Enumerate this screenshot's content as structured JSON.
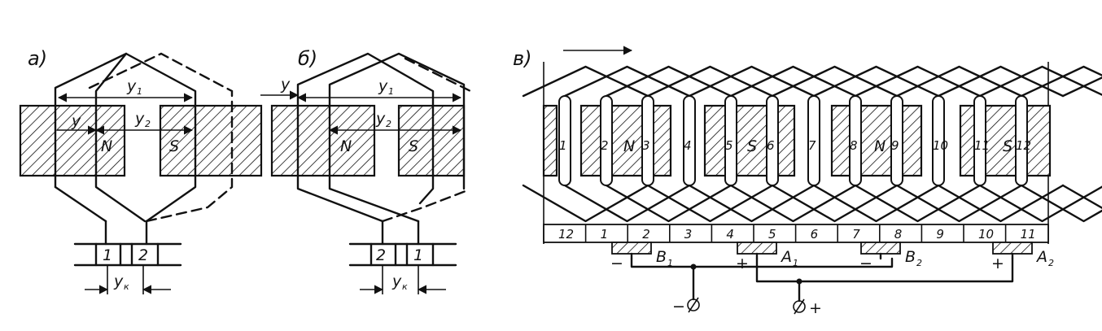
{
  "panels": {
    "a": {
      "label": "а)",
      "y1": "y",
      "y1_sub": "1",
      "y2": "y",
      "y2_sub": "2",
      "y": "y",
      "pole_n": "N",
      "pole_s": "S",
      "seg_left": "1",
      "seg_right": "2",
      "yk": "y",
      "yk_sub": "к"
    },
    "b": {
      "label": "б)",
      "y": "y",
      "y1": "y",
      "y1_sub": "1",
      "y2": "y",
      "y2_sub": "2",
      "pole_n": "N",
      "pole_s": "S",
      "seg_left": "2",
      "seg_right": "1",
      "yk": "y",
      "yk_sub": "к"
    },
    "v": {
      "label": "в)",
      "coils": [
        "1",
        "2",
        "3",
        "4",
        "5",
        "6",
        "7",
        "8",
        "9",
        "10",
        "11",
        "12"
      ],
      "poles": [
        "N",
        "S",
        "N",
        "S"
      ],
      "segments": [
        "12",
        "1",
        "2",
        "3",
        "4",
        "5",
        "6",
        "7",
        "8",
        "9",
        "10",
        "11"
      ],
      "brushes": [
        {
          "name": "B",
          "sub": "1",
          "sign": "−"
        },
        {
          "name": "A",
          "sub": "1",
          "sign": "+"
        },
        {
          "name": "B",
          "sub": "2",
          "sign": "−"
        },
        {
          "name": "A",
          "sub": "2",
          "sign": "+"
        }
      ],
      "terminal_minus": "−",
      "terminal_plus": "+"
    }
  }
}
